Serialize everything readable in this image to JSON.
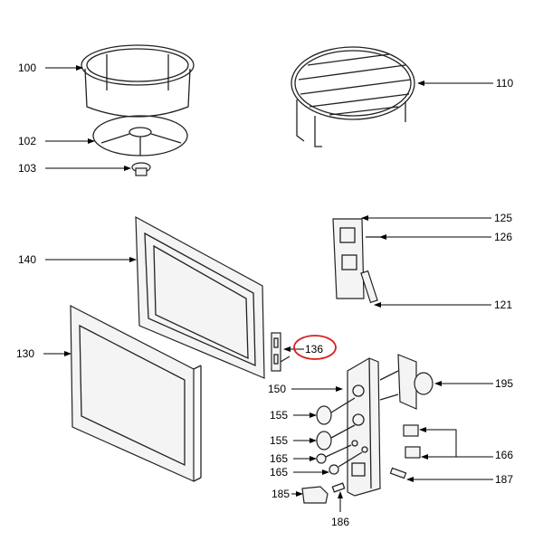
{
  "diagram": {
    "type": "exploded-parts-diagram",
    "highlight_color": "#d62020",
    "highlighted_part": "136",
    "parts": {
      "p100": "100",
      "p110": "110",
      "p102": "102",
      "p103": "103",
      "p125": "125",
      "p126": "126",
      "p140": "140",
      "p121": "121",
      "p130": "130",
      "p136": "136",
      "p150": "150",
      "p195": "195",
      "p155a": "155",
      "p155b": "155",
      "p166": "166",
      "p165a": "165",
      "p165b": "165",
      "p187": "187",
      "p185": "185",
      "p186": "186"
    }
  }
}
